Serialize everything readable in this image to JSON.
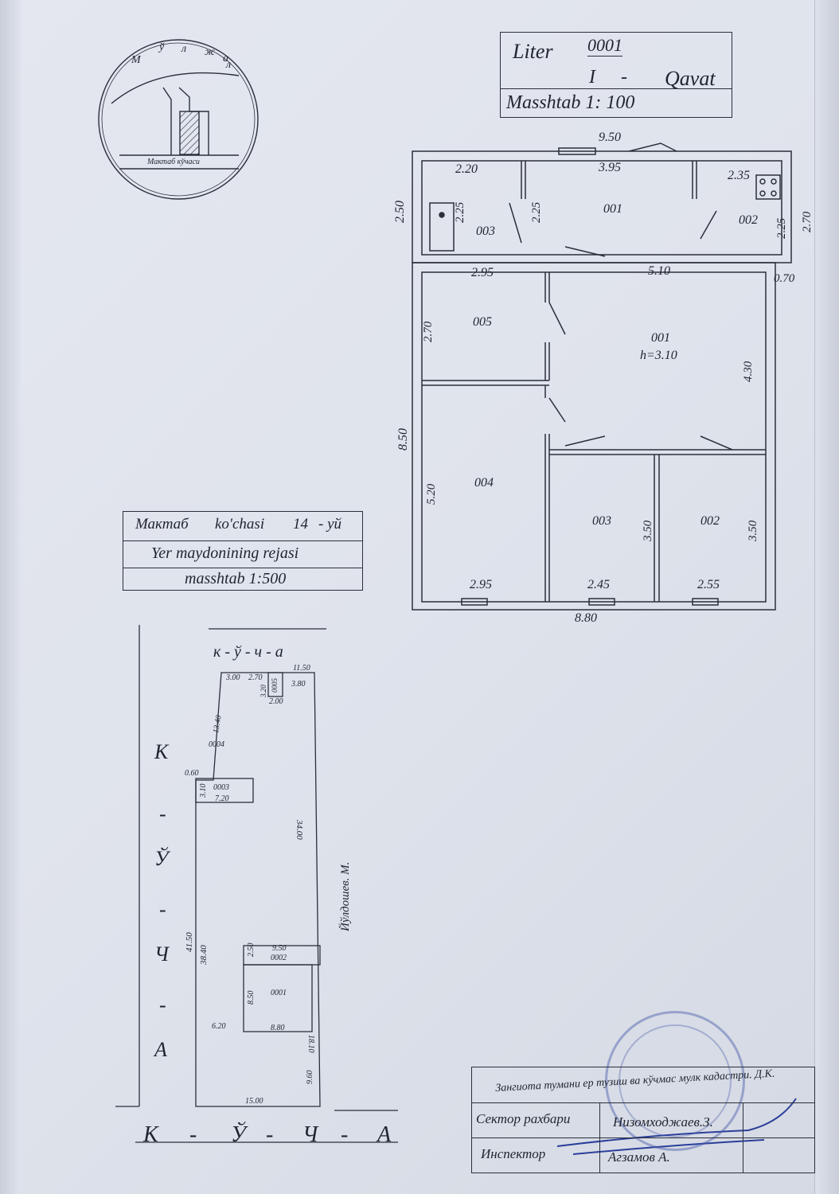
{
  "logo": {
    "arc_letters": [
      "М",
      "ў",
      "л",
      "ж",
      "а",
      "л"
    ],
    "street_caption": "Мактаб кўчаси"
  },
  "liter_box": {
    "line1_label": "Liter",
    "line1_value": "0001",
    "line2_floor": "I",
    "line2_dash": "-",
    "line2_label": "Qavat",
    "line3": "Masshtab 1: 100"
  },
  "floor_plan": {
    "dims": {
      "top_total": "9.50",
      "top_mid": "3.95",
      "room003_top": "2.20",
      "room002_top": "2.35",
      "left_top": "2.50",
      "room003_side": "2.25",
      "room001_side": "2.25",
      "room002_side": "2.25",
      "right_top": "2.70",
      "right_offset": "0.70",
      "room005_top": "2.95",
      "hall_top": "5.10",
      "room005_side": "2.70",
      "hall_side": "4.30",
      "left_total": "8.50",
      "room004_side": "5.20",
      "room003b_side": "3.50",
      "room002b_side": "3.50",
      "bottom_a": "2.95",
      "bottom_b": "2.45",
      "bottom_c": "2.55",
      "bottom_total": "8.80"
    },
    "rooms": {
      "r003_top": "003",
      "r001_top": "001",
      "r002_top": "002",
      "r005": "005",
      "hall": "001",
      "hall_height": "h=3.10",
      "r004": "004",
      "r003": "003",
      "r002": "002"
    }
  },
  "site_box": {
    "line1_a": "Мактаб",
    "line1_b": "ko'chasi",
    "line1_c": "14",
    "line1_d": "- уй",
    "line2": "Yer maydonining rejasi",
    "line3": "masshtab 1:500"
  },
  "site_plan": {
    "street_top": "к - ў - ч - а",
    "street_left": [
      "К",
      "-",
      "Ў",
      "-",
      "Ч",
      "-",
      "А"
    ],
    "street_bottom": [
      "К",
      "-",
      "Ў",
      "-",
      "Ч",
      "-",
      "А"
    ],
    "neighbor": "Йўлдошев. М.",
    "dims": {
      "d1150": "11.50",
      "d300": "3.00",
      "d270": "2.70",
      "d0005": "0005",
      "d320": "3.20",
      "d380": "3.80",
      "d200": "2.00",
      "d1340": "13.40",
      "d0004": "0004",
      "d060": "0.60",
      "d310": "3.10",
      "d0003": "0003",
      "d720": "7.20",
      "d3400": "34.00",
      "d4150": "41.50",
      "d3840": "38.40",
      "d250": "2.50",
      "d950": "9.50",
      "d0002": "0002",
      "d850": "8.50",
      "d0001": "0001",
      "d620": "6.20",
      "d880": "8.80",
      "d1810": "18.10",
      "d960": "9.60",
      "d1500": "15.00"
    }
  },
  "signature_block": {
    "header": "Зангиота тумани ер тузиш ва кўчмас мулк кадастри. Д.К.",
    "row1_label": "Сектор рахбари",
    "row1_name": "Низомходжаев.З.",
    "row2_label": "Инспектор",
    "row2_name": "Агзамов А."
  },
  "colors": {
    "ink": "#1f2430",
    "stamp": "#4a5aa8",
    "signature": "#2a3f9a"
  }
}
